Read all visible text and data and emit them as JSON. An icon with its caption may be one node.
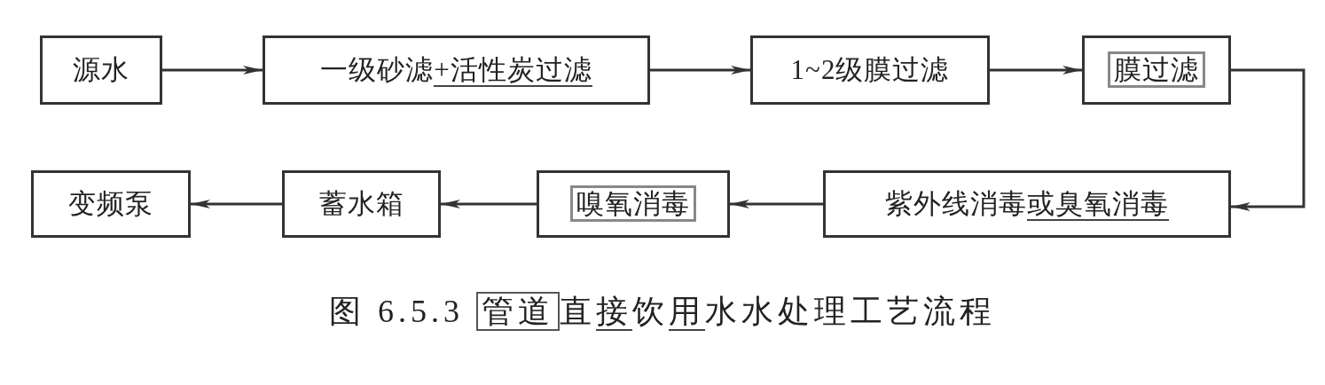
{
  "diagram": {
    "caption": "图 6.5.3 管道直接饮用水水处理工艺流程",
    "nodes": [
      {
        "text": [
          "源水"
        ]
      },
      {
        "text": [
          "一级砂滤+活性炭过滤"
        ]
      },
      {
        "text": [
          "1~2级膜过滤"
        ]
      },
      {
        "text": [
          "膜过滤"
        ]
      },
      {
        "text": [
          "变频泵"
        ]
      },
      {
        "text": [
          "蓄水箱"
        ]
      },
      {
        "text": [
          "嗅氧消毒"
        ]
      },
      {
        "text": [
          "紫外线消毒或臭氧消毒"
        ]
      }
    ],
    "edges": [
      {
        "from": 0,
        "to": 1,
        "arrow": "to"
      },
      {
        "from": 1,
        "to": 2,
        "arrow": "to"
      },
      {
        "from": 2,
        "to": 3,
        "arrow": "to"
      },
      {
        "from": 3,
        "to": 7,
        "arrow": "to"
      },
      {
        "from": 7,
        "to": 6,
        "arrow": "to"
      },
      {
        "from": 6,
        "to": 5,
        "arrow": "to"
      },
      {
        "from": 5,
        "to": 4,
        "arrow": "to"
      }
    ]
  }
}
